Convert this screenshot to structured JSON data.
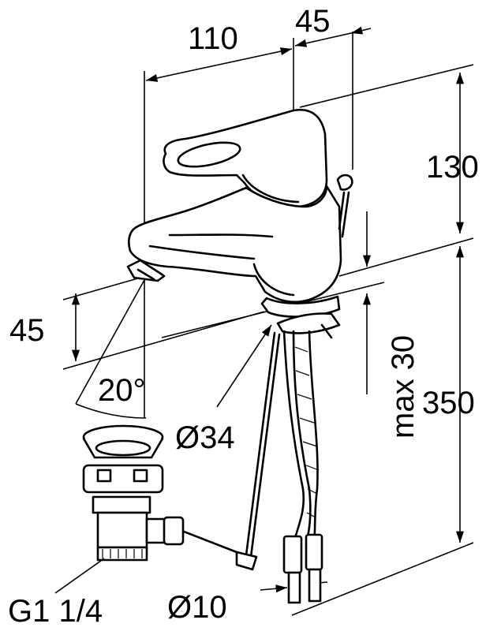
{
  "dimensions": {
    "width_spout": "110",
    "width_lever": "45",
    "height_top": "130",
    "height_spout": "45",
    "angle": "20°",
    "diameter_base": "Ø34",
    "max_deck": "max 30",
    "height_total": "350",
    "diameter_hose": "Ø10",
    "thread": "G1 1/4"
  }
}
